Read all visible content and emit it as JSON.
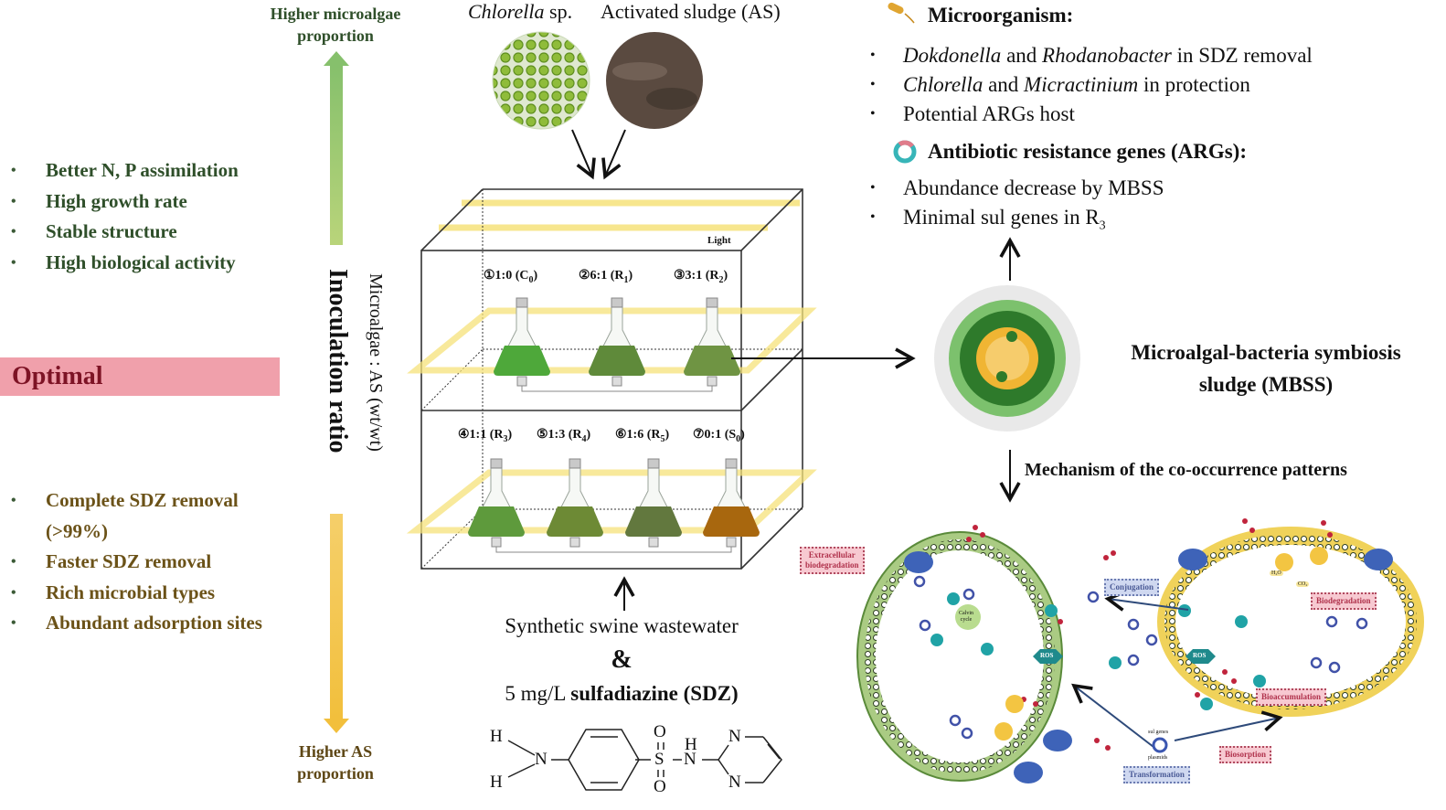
{
  "left_panel": {
    "axis_top_label": [
      "Higher microalgae",
      "proportion"
    ],
    "axis_bottom_label": [
      "Higher AS",
      "proportion"
    ],
    "microalgae_benefits": [
      "Better N, P assimilation",
      "High growth rate",
      "Stable structure",
      "High biological activity"
    ],
    "as_benefits": [
      "Complete SDZ removal (>99%)",
      "Faster SDZ removal",
      "Rich microbial types",
      "Abundant adsorption sites"
    ],
    "optimal_label": "Optimal",
    "bullet": "•",
    "colors": {
      "microalgae_text": "#2f4f2a",
      "as_text": "#6b5218",
      "optimal_bar": "#f0a0ab",
      "optimal_text": "#7d1325",
      "green_arrow": "#8cc46e",
      "yellow_arrow": "#f2c14e"
    }
  },
  "axis": {
    "title": "Inoculation ratio",
    "subtitle": "Microalgae : AS (wt/wt)"
  },
  "inputs": {
    "chlorella_label_italic": "Chlorella",
    "chlorella_label_rest": " sp.",
    "sludge_label": "Activated sludge (AS)"
  },
  "reactor": {
    "light_label": "Light",
    "top_row": [
      {
        "num": "①",
        "ratio": "1:0",
        "code": "C",
        "sub": "0",
        "color": "#4ea83a"
      },
      {
        "num": "②",
        "ratio": "6:1",
        "code": "R",
        "sub": "1",
        "color": "#5f8a3a"
      },
      {
        "num": "③",
        "ratio": "3:1",
        "code": "R",
        "sub": "2",
        "color": "#6f9443"
      }
    ],
    "bottom_row": [
      {
        "num": "④",
        "ratio": "1:1",
        "code": "R",
        "sub": "3",
        "color": "#5e9a3c"
      },
      {
        "num": "⑤",
        "ratio": "1:3",
        "code": "R",
        "sub": "4",
        "color": "#6d8a35"
      },
      {
        "num": "⑥",
        "ratio": "1:6",
        "code": "R",
        "sub": "5",
        "color": "#62783e"
      },
      {
        "num": "⑦",
        "ratio": "0:1",
        "code": "S",
        "sub": "0",
        "color": "#a8670e"
      }
    ]
  },
  "feed": {
    "wastewater": "Synthetic swine wastewater",
    "ampersand": "&",
    "dose_prefix": "5 mg/L ",
    "dose_bold": "sulfadiazine (SDZ)",
    "structure_atoms": {
      "H": "H",
      "N": "N",
      "S": "S",
      "O": "O"
    }
  },
  "right_panel": {
    "microorganism_heading": "Microorganism:",
    "microorganism_items": [
      {
        "parts": [
          {
            "t": "Dokdonella",
            "i": true
          },
          {
            "t": " and ",
            "i": false
          },
          {
            "t": "Rhodanobacter",
            "i": true
          },
          {
            "t": " in SDZ removal",
            "i": false
          }
        ]
      },
      {
        "parts": [
          {
            "t": "Chlorella",
            "i": true
          },
          {
            "t": " and ",
            "i": false
          },
          {
            "t": "Micractinium",
            "i": true
          },
          {
            "t": " in protection",
            "i": false
          }
        ]
      },
      {
        "parts": [
          {
            "t": "Potential ARGs host",
            "i": false
          }
        ]
      }
    ],
    "args_heading": "Antibiotic resistance genes (ARGs):",
    "args_items": [
      "Abundance decrease by MBSS",
      "Minimal sul genes in R"
    ],
    "args_item2_sub": "3",
    "mbss_title": [
      "Microalgal-bacteria symbiosis",
      "sludge (MBSS)"
    ],
    "mechanism_title": "Mechanism of the co-occurrence patterns",
    "bullet": "•"
  },
  "mechanism_labels": {
    "extracellular": [
      "Extracellular",
      "biodegradation"
    ],
    "conjugation": "Conjugation",
    "calvin": [
      "Calvin",
      "cycle"
    ],
    "ros": "ROS",
    "biodegradation": "Biodegradation",
    "bioaccumulation": "Bioaccumulation",
    "biosorption": "Biosorption",
    "transformation": "Transformation",
    "sul_genes": "sul genes",
    "plasmids": "plasmids",
    "h2o": "H₂O",
    "co2": "CO₂"
  }
}
